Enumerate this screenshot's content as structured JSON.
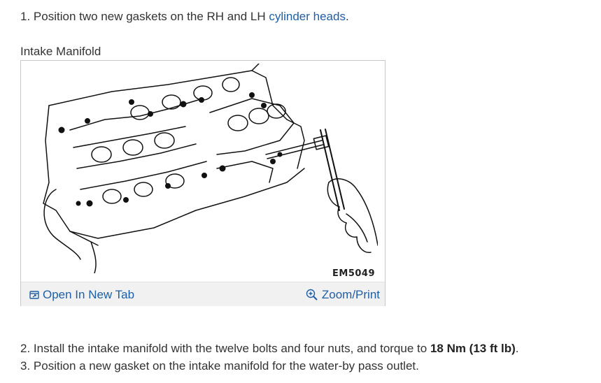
{
  "steps": {
    "step1": {
      "number": "1.",
      "text_before": "Position two new gaskets on the RH and LH",
      "link": "cylinder heads",
      "text_after": "."
    },
    "step2": {
      "number": "2.",
      "text_before": "Install the intake manifold with the twelve bolts and four nuts, and torque to",
      "torque": "18 Nm (13 ft lb)",
      "text_after": "."
    },
    "step3": {
      "number": "3.",
      "text": "Position a new gasket on the intake manifold for the water-by pass outlet."
    }
  },
  "figure": {
    "caption": "Intake Manifold",
    "code": "EM5049",
    "actions": {
      "open_tab": {
        "label": "Open In New Tab",
        "icon": "open-new-tab-icon"
      },
      "zoom_print": {
        "label": "Zoom/Print",
        "icon": "zoom-in-icon"
      }
    }
  },
  "colors": {
    "link": "#1f5fa6",
    "text": "#333333",
    "action_bar": "#f1f1f1"
  }
}
